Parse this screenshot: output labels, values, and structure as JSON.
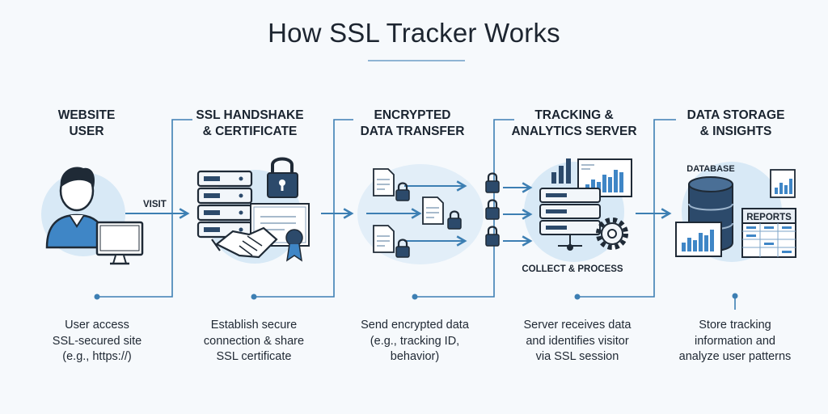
{
  "title": "How SSL Tracker Works",
  "steps": [
    {
      "title": "WEBSITE\nUSER",
      "desc": "User access\nSSL-secured site\n(e.g., https://)"
    },
    {
      "title": "SSL HANDSHAKE\n& CERTIFICATE",
      "desc": "Establish secure\nconnection & share\nSSL certificate"
    },
    {
      "title": "ENCRYPTED\nDATA TRANSFER",
      "desc": "Send encrypted data\n(e.g., tracking ID,\nbehavior)"
    },
    {
      "title": "TRACKING &\nANALYTICS SERVER",
      "desc": "Server receives data\nand identifies visitor\nvia SSL session"
    },
    {
      "title": "DATA STORAGE\n& INSIGHTS",
      "desc": "Store tracking\ninformation and\nanalyze user patterns"
    }
  ],
  "labels": {
    "visit": "VISIT",
    "collect": "COLLECT & PROCESS",
    "database": "DATABASE",
    "reports": "REPORTS"
  },
  "colors": {
    "accent": "#3d7fb3",
    "circle": "#d8e9f6",
    "navy": "#2c4a6b",
    "dark": "#1f2a36"
  },
  "icons": [
    "user-icon",
    "monitor-icon",
    "server-icon",
    "padlock-icon",
    "certificate-icon",
    "handshake-icon",
    "document-icon",
    "bar-chart-icon",
    "gear-icon",
    "database-icon",
    "report-icon"
  ]
}
